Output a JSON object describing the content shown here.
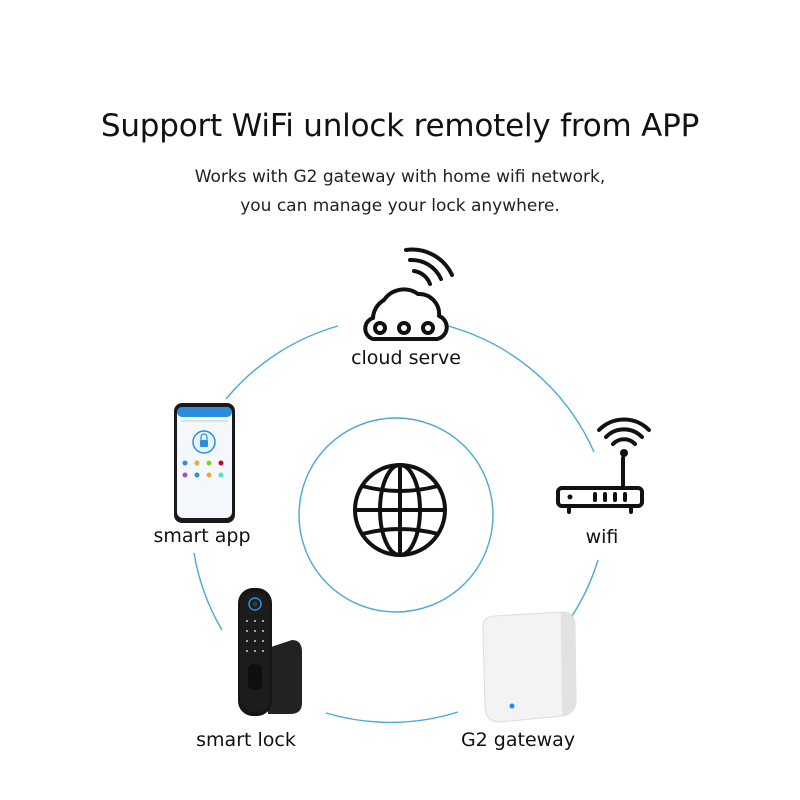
{
  "header": {
    "title": "Support WiFi unlock remotely from APP",
    "subtitle_line1": "Works with G2 gateway with home wifi network,",
    "subtitle_line2": "you can manage your lock anywhere."
  },
  "nodes": {
    "cloud": {
      "label": "cloud serve",
      "icon": "cloud-icon"
    },
    "wifi": {
      "label": "wifi",
      "icon": "router-icon"
    },
    "gateway": {
      "label": "G2 gateway",
      "icon": "gateway-device"
    },
    "lock": {
      "label": "smart lock",
      "icon": "smart-lock-device"
    },
    "app": {
      "label": "smart app",
      "icon": "smartphone-app"
    },
    "center": {
      "icon": "globe-icon"
    }
  },
  "colors": {
    "circle": "#4aa8d8",
    "icon_stroke": "#111111",
    "gateway_led": "#1e88ff",
    "app_accent": "#2a8de0"
  }
}
